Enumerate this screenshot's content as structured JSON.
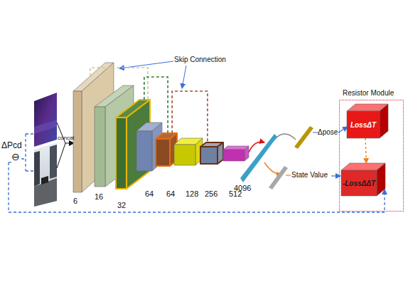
{
  "diagram": {
    "nodes": [
      {
        "text": [
          "6"
        ]
      },
      {
        "text": [
          "16"
        ]
      },
      {
        "text": [
          "32"
        ]
      },
      {
        "text": [
          "64"
        ]
      },
      {
        "text": [
          "64"
        ]
      },
      {
        "text": [
          "128"
        ]
      },
      {
        "text": [
          "256"
        ]
      },
      {
        "text": [
          "512"
        ]
      },
      {
        "text": [
          "4096"
        ]
      },
      {
        "text": [
          "Resistor Module"
        ]
      },
      {
        "text": [
          "LossΔT"
        ],
        "in": 9
      },
      {
        "text": [
          "-LossΔΔT"
        ],
        "in": 9
      }
    ],
    "edges": [
      {
        "from": 0,
        "to": 2,
        "arrow": "none"
      },
      {
        "from": 2,
        "to": 4,
        "arrow": "none"
      },
      {
        "from": 4,
        "to": 6,
        "arrow": "none"
      },
      {
        "from": 10,
        "to": 11,
        "arrow": "to"
      }
    ],
    "labels": [
      "ΔPcd",
      "⊖",
      "concat",
      "Skip Connection",
      "Δpose",
      "State Value"
    ]
  }
}
